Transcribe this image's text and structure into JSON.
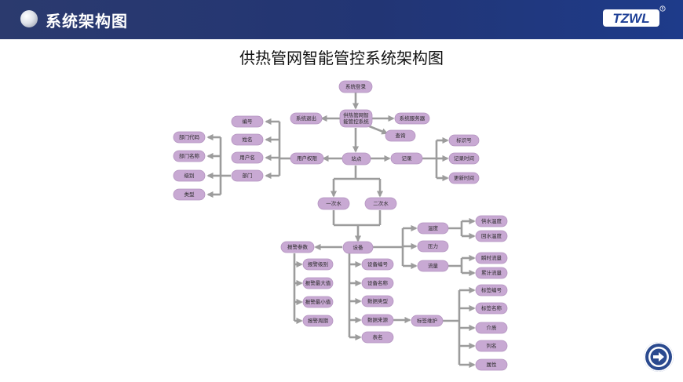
{
  "header": {
    "title": "系统架构图"
  },
  "diagram": {
    "title": "供热管网智能管控系统架构图",
    "nodes": {
      "login": "系统登录",
      "system_l1": "供热管网智",
      "system_l2": "能管控系统",
      "logout": "系统退出",
      "server": "系统服务器",
      "query": "查询",
      "user_perm": "用户权限",
      "station": "站点",
      "record": "记录",
      "num": "编号",
      "name": "姓名",
      "username": "用户名",
      "dept": "部门",
      "dept_code": "部门代码",
      "dept_name": "部门名称",
      "level": "级别",
      "type": "类型",
      "rec_id": "标识号",
      "rec_time": "记录时间",
      "update_time": "更新时间",
      "primary": "一次水",
      "secondary": "二次水",
      "device": "设备",
      "alarm_param": "报警参数",
      "alarm_level": "报警级别",
      "alarm_max": "报警最大值",
      "alarm_min": "报警最小值",
      "alarm_period": "报警周期",
      "dev_num": "设备编号",
      "dev_name": "设备名称",
      "data_type": "数据类型",
      "data_src": "数据来源",
      "table_name": "表名",
      "temp": "温度",
      "pressure": "压力",
      "flow": "流量",
      "supply_temp": "供水温度",
      "return_temp": "回水温度",
      "inst_flow": "瞬时流量",
      "cum_flow": "累计流量",
      "tag_maint": "标签维护",
      "tag_num": "标签编号",
      "tag_name": "标签名称",
      "medium": "介质",
      "column": "列名",
      "attr": "属性"
    }
  },
  "logo": {
    "text": "TZWL"
  },
  "colors": {
    "header": "#223574",
    "node_fill": "#c8a9d3",
    "edge": "#9c9c9c"
  },
  "nav": {
    "next_icon": "arrow-right-circle-icon"
  }
}
